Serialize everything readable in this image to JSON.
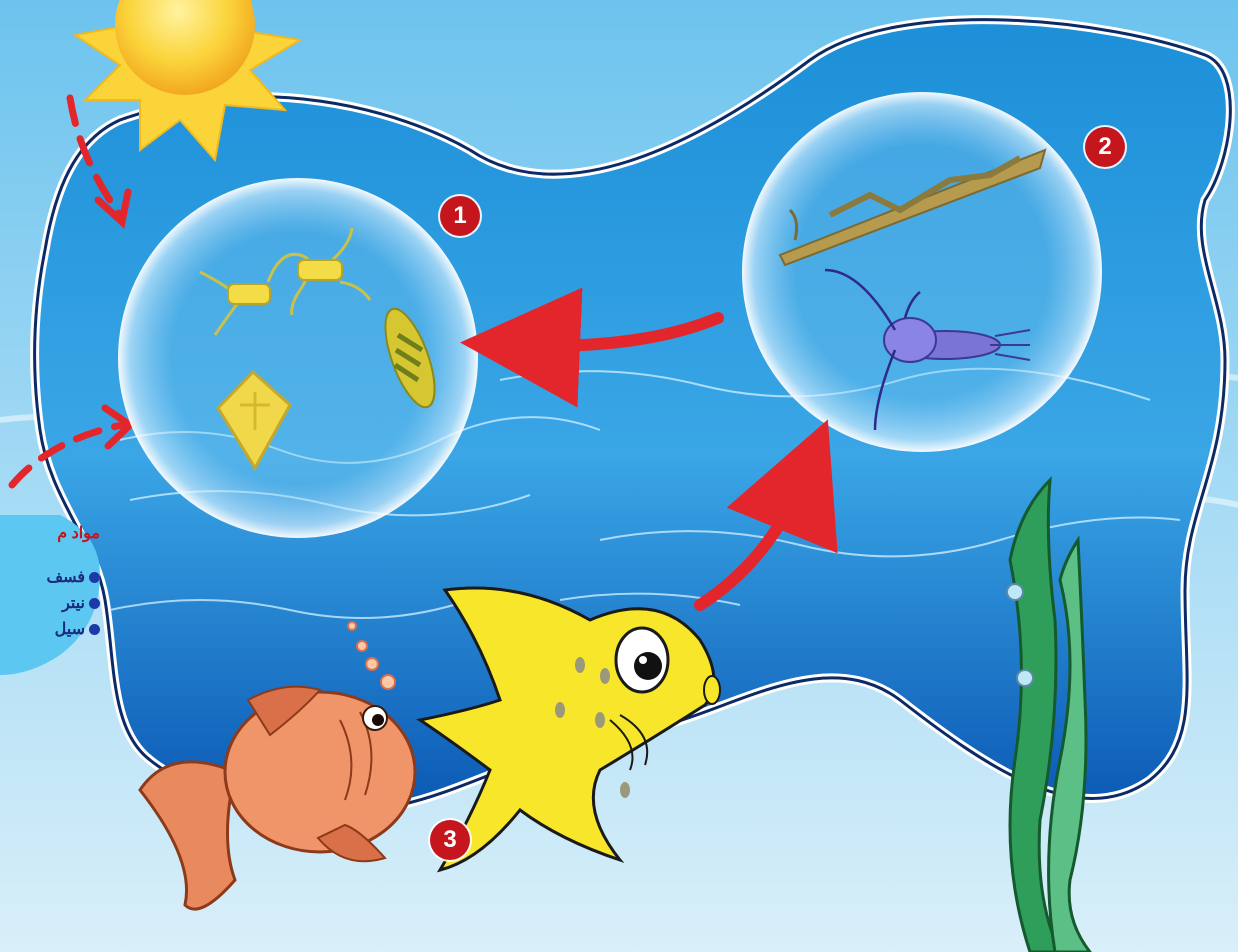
{
  "badges": [
    "1",
    "2",
    "3"
  ],
  "nutrients_box": {
    "title": "مواد م",
    "items": [
      "فسف",
      "نيتر",
      "سيل"
    ]
  },
  "colors": {
    "sky": "#7cc8ef",
    "water_light": "#3fa9e3",
    "water_dark": "#0d4fa0",
    "arrow_red": "#e3262b",
    "badge_red": "#c4161c",
    "sun": "#f7d13a",
    "yellow_fish": "#f7e62a",
    "orange_fish": "#e88a5e",
    "seaweed": "#2e9e5a"
  },
  "icons": [
    "sun-icon",
    "phytoplankton-icon",
    "zooplankton-icon",
    "yellow-fish-icon",
    "orange-fish-icon",
    "seaweed-icon",
    "bubbles-icon"
  ]
}
